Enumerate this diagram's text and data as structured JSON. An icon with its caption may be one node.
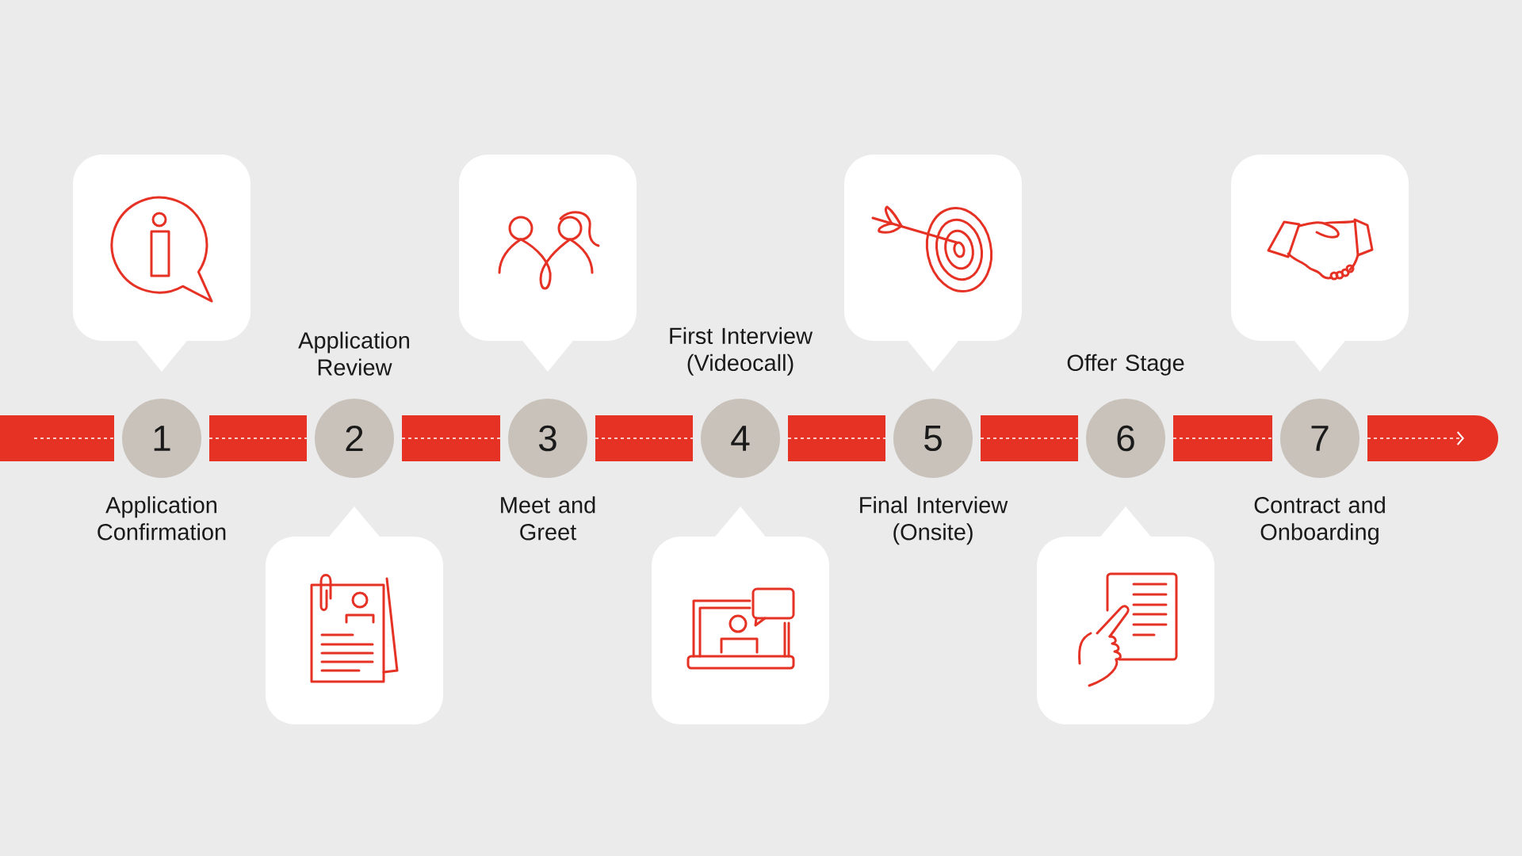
{
  "diagram": {
    "nodes": [
      {
        "text": [
          "1"
        ],
        "beside": [
          "Application Confirmation"
        ]
      },
      {
        "text": [
          "2"
        ],
        "beside": [
          "Application Review"
        ]
      },
      {
        "text": [
          "3"
        ],
        "beside": [
          "Meet and Greet"
        ]
      },
      {
        "text": [
          "4"
        ],
        "beside": [
          "First Interview (Videocall)"
        ]
      },
      {
        "text": [
          "5"
        ],
        "beside": [
          "Final Interview (Onsite)"
        ]
      },
      {
        "text": [
          "6"
        ],
        "beside": [
          "Offer Stage"
        ]
      },
      {
        "text": [
          "7"
        ],
        "beside": [
          "Contract and Onboarding"
        ]
      }
    ],
    "edges": [
      {
        "from": null,
        "to": 0,
        "arrow": "none"
      },
      {
        "from": 0,
        "to": 1,
        "arrow": "none"
      },
      {
        "from": 1,
        "to": 2,
        "arrow": "none"
      },
      {
        "from": 2,
        "to": 3,
        "arrow": "none"
      },
      {
        "from": 3,
        "to": 4,
        "arrow": "none"
      },
      {
        "from": 4,
        "to": 5,
        "arrow": "none"
      },
      {
        "from": 5,
        "to": 6,
        "arrow": "none"
      },
      {
        "from": 6,
        "to": null,
        "arrow": "to"
      }
    ]
  }
}
